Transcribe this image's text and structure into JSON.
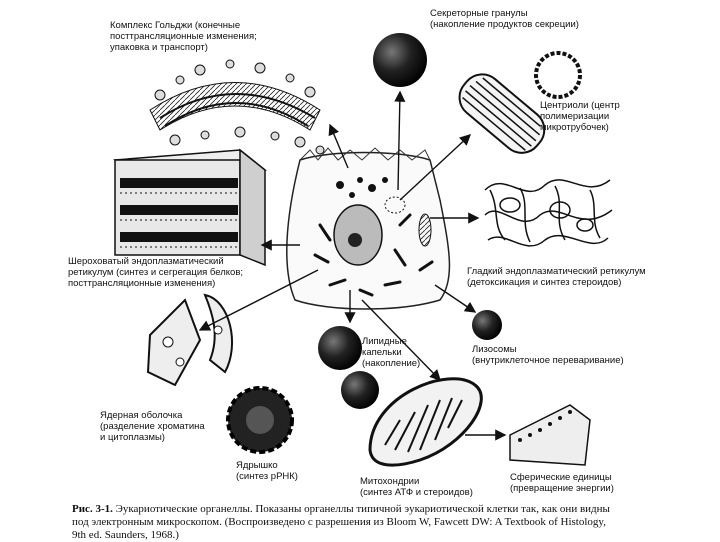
{
  "labels": {
    "golgi": [
      "Комплекс Гольджи (конечные",
      "посттрансляционные изменения;",
      "упаковка и транспорт)"
    ],
    "secretory": [
      "Секреторные гранулы",
      "(накопление продуктов секреции)"
    ],
    "centrioles": [
      "Центриоли (центр",
      "полимеризации",
      "микротрубочек)"
    ],
    "rough_er": [
      "Шероховатый эндоплазматический",
      "ретикулум (синтез и сегрегация белков;",
      "посттрансляционные изменения)"
    ],
    "smooth_er": [
      "Гладкий эндоплазматический ретикулум",
      "(детоксикация и синтез стероидов)"
    ],
    "lipid": [
      "Липидные",
      "капельки",
      "(накопление)"
    ],
    "lysosomes": [
      "Лизосомы",
      "(внутриклеточное переваривание)"
    ],
    "nuclear_envelope": [
      "Ядерная оболочка",
      "(разделение хроматина",
      "и цитоплазмы)"
    ],
    "nucleolus": [
      "Ядрышко",
      "(синтез рРНК)"
    ],
    "mitochondria": [
      "Митохондрии",
      "(синтез АТФ и стероидов)"
    ],
    "spherical_units": [
      "Сферические единицы",
      "(превращение энергии)"
    ]
  },
  "caption": {
    "label": "Рис. 3-1.",
    "lines": [
      "Эукариотические органеллы. Показаны органеллы типичной эукариотической клетки так, как они видны",
      "под электронным микроскопом. (Воспроизведено с разрешения из Bloom W, Fawcett DW: A Textbook of Histology,",
      "9th ed. Saunders, 1968.)"
    ]
  }
}
